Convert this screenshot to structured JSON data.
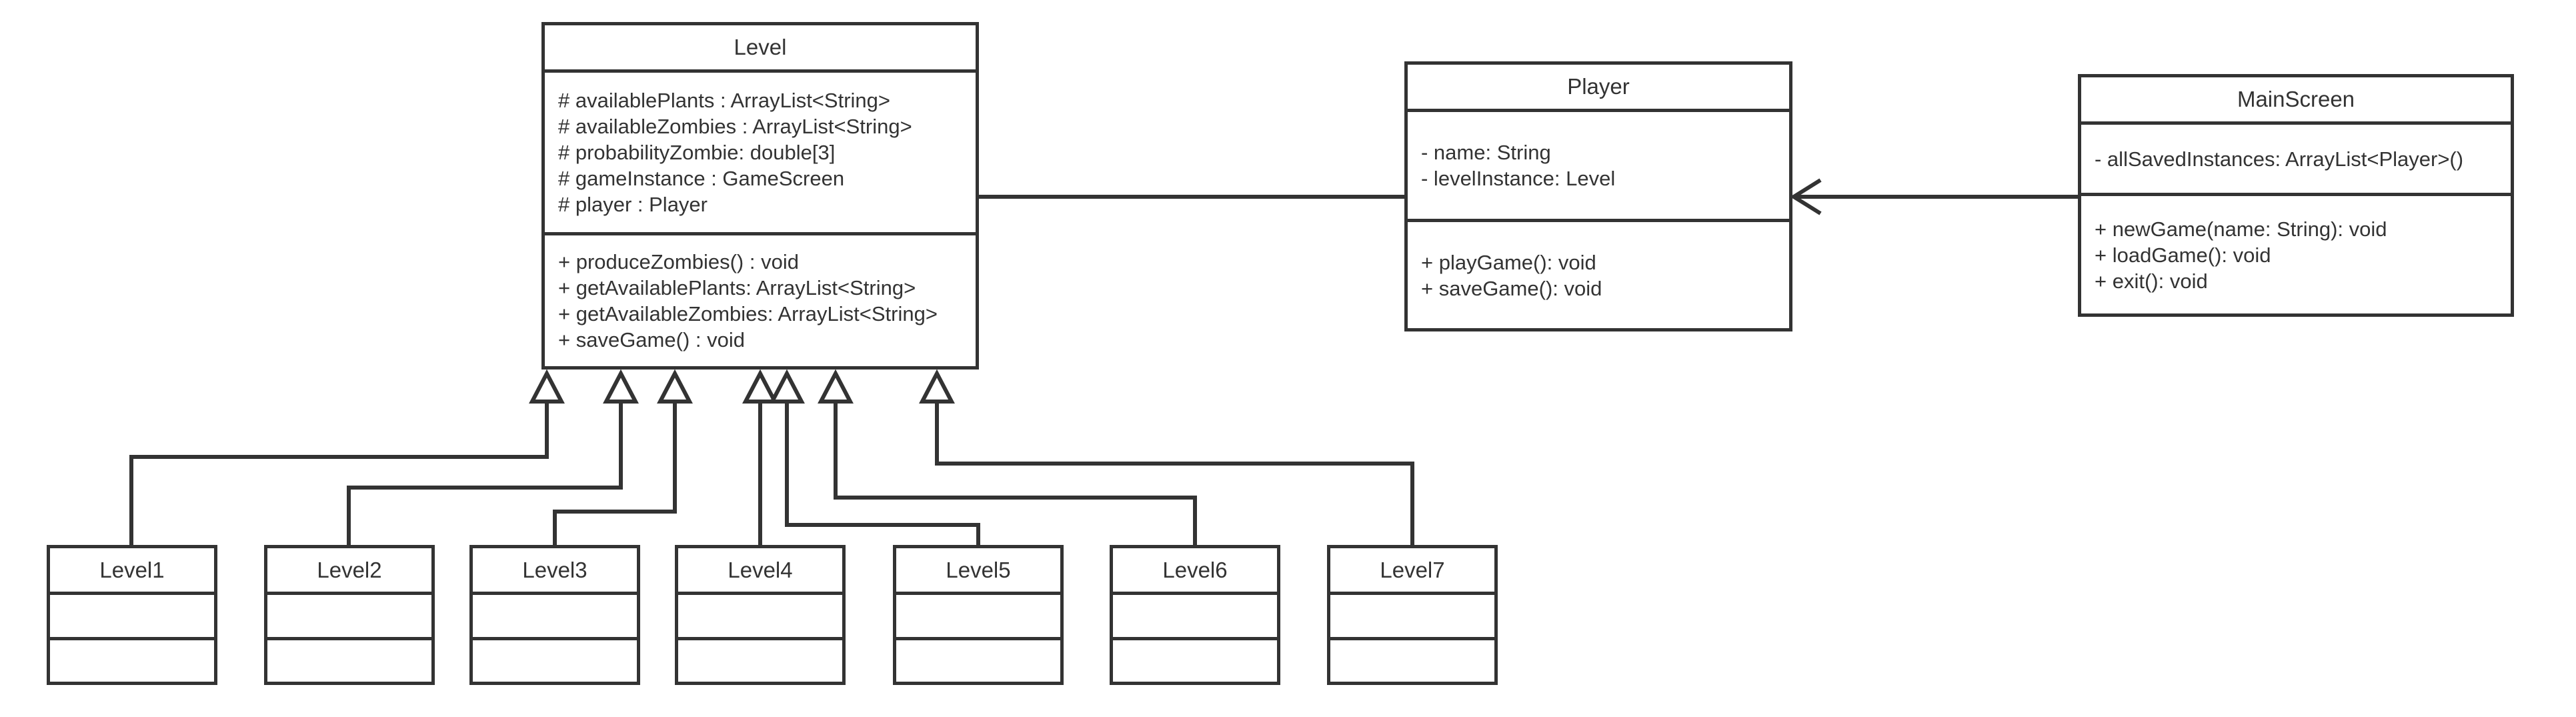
{
  "level": {
    "name": "Level",
    "attributes": [
      "# availablePlants : ArrayList<String>",
      "# availableZombies : ArrayList<String>",
      "# probabilityZombie: double[3]",
      "# gameInstance : GameScreen",
      "# player : Player"
    ],
    "operations": [
      "+ produceZombies() : void",
      "+ getAvailablePlants: ArrayList<String>",
      "+ getAvailableZombies: ArrayList<String>",
      "+ saveGame() : void"
    ]
  },
  "player": {
    "name": "Player",
    "attributes": [
      "- name: String",
      "- levelInstance: Level"
    ],
    "operations": [
      "+ playGame(): void",
      "+ saveGame(): void"
    ]
  },
  "mainscreen": {
    "name": "MainScreen",
    "attributes": [
      "- allSavedInstances: ArrayList<Player>()"
    ],
    "operations": [
      "+ newGame(name: String): void",
      "+ loadGame(): void",
      "+ exit(): void"
    ]
  },
  "subclasses": [
    "Level1",
    "Level2",
    "Level3",
    "Level4",
    "Level5",
    "Level6",
    "Level7"
  ]
}
